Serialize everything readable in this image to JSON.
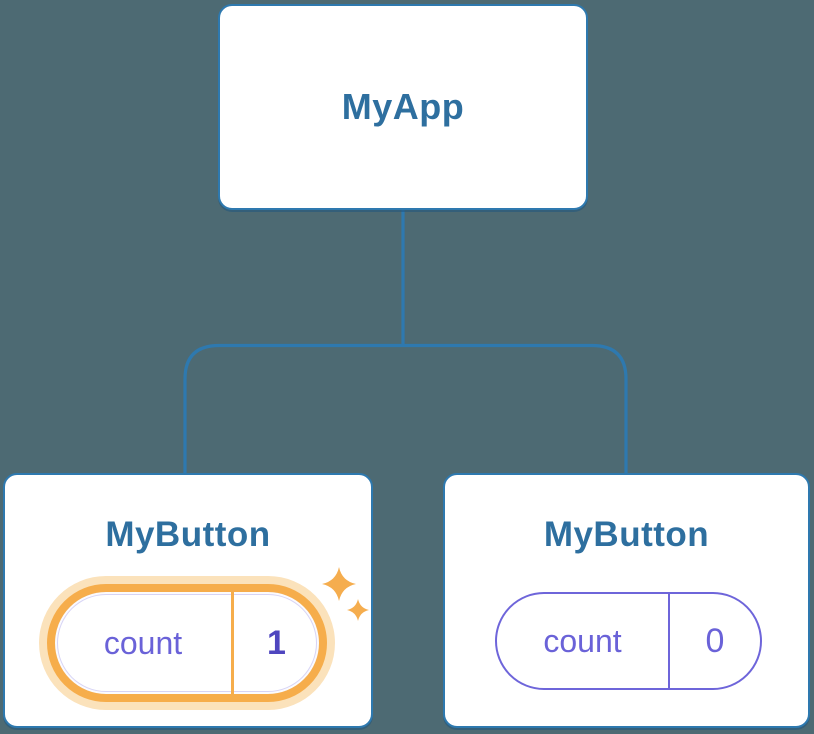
{
  "diagram": {
    "description": "React component tree with state",
    "root": {
      "label": "MyApp"
    },
    "children": [
      {
        "label": "MyButton",
        "state": {
          "name": "count",
          "value": "1",
          "highlighted": true
        }
      },
      {
        "label": "MyButton",
        "state": {
          "name": "count",
          "value": "0",
          "highlighted": false
        }
      }
    ]
  },
  "icons": {
    "sparkle": "four-point-star"
  },
  "colors": {
    "background": "#4D6A73",
    "card_background": "#FFFFFF",
    "card_border": "#2E79AF",
    "connector_line": "#2E79AF",
    "node_label_text": "#2E6F9F",
    "state_text_purple": "#6A62D8",
    "state_value_highlight": "#4F46BF",
    "highlight_orange": "#F6AD4B",
    "highlight_halo": "#FBE2BB",
    "sparkle_orange": "#F5AD4E"
  }
}
